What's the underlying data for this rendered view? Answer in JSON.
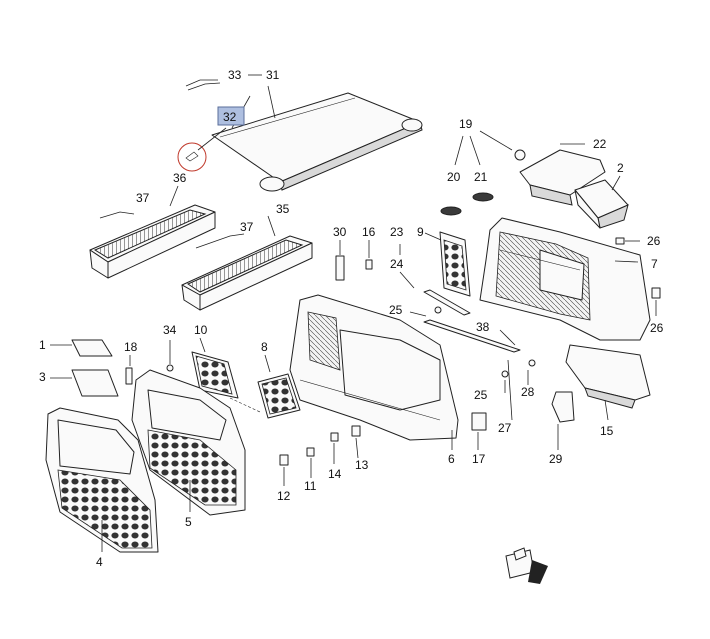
{
  "callouts": [
    "33",
    "31",
    "32",
    "19",
    "22",
    "20",
    "21",
    "2",
    "37",
    "36",
    "35",
    "37",
    "30",
    "16",
    "23",
    "9",
    "26",
    "24",
    "7",
    "25",
    "38",
    "26",
    "34",
    "10",
    "1",
    "18",
    "8",
    "3",
    "25",
    "28",
    "27",
    "17",
    "15",
    "29",
    "6",
    "14",
    "13",
    "11",
    "12",
    "5",
    "4"
  ],
  "highlight_color": "#aebfe0",
  "icons": [
    "front-arrow-icon"
  ]
}
